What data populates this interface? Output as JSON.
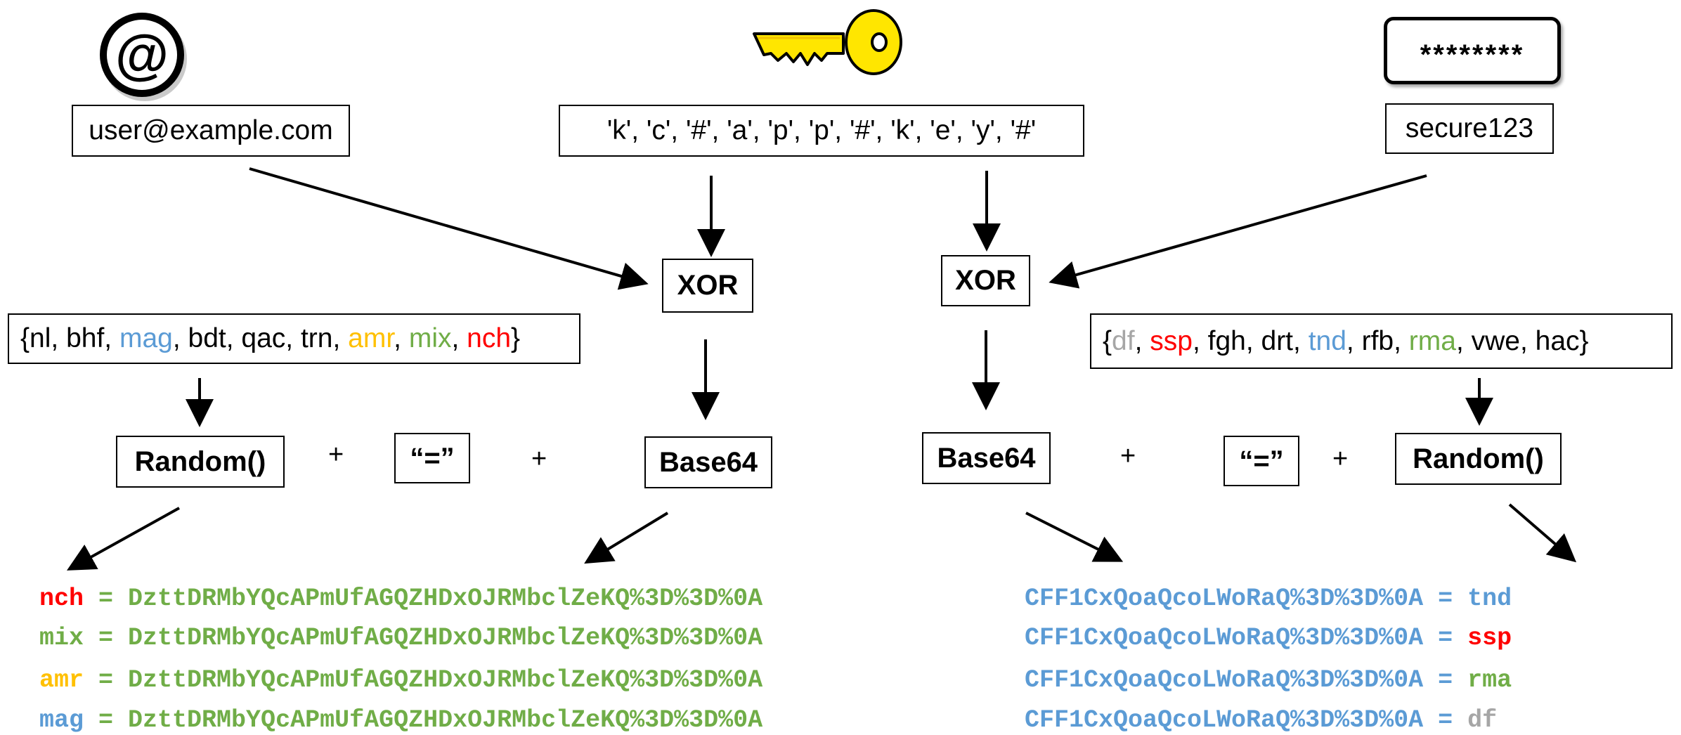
{
  "colors": {
    "black": "#000000",
    "blue": "#5b9bd5",
    "green": "#70ad47",
    "orange": "#ffc000",
    "red": "#ff0000",
    "gray": "#a6a6a6",
    "key_yellow": "#ffe600"
  },
  "icons": {
    "email": "at-sign-icon",
    "key": "key-icon",
    "password": "password-field-icon"
  },
  "password_icon": {
    "mask": "********"
  },
  "inputs": {
    "email": "user@example.com",
    "key": "'k', 'c', '#', 'a', 'p', 'p', '#', 'k', 'e', 'y', '#'",
    "password": "secure123"
  },
  "ops": {
    "xor": "XOR",
    "base64": "Base64",
    "random": "Random()",
    "equals": "“=”",
    "plus": "+"
  },
  "left_set": {
    "open": "{",
    "close": "}",
    "items": [
      {
        "text": "nl",
        "color": "#000000"
      },
      {
        "text": "bhf",
        "color": "#000000"
      },
      {
        "text": "mag",
        "color": "#5b9bd5"
      },
      {
        "text": "bdt",
        "color": "#000000"
      },
      {
        "text": "qac",
        "color": "#000000"
      },
      {
        "text": "trn",
        "color": "#000000"
      },
      {
        "text": "amr",
        "color": "#ffc000"
      },
      {
        "text": "mix",
        "color": "#70ad47"
      },
      {
        "text": "nch",
        "color": "#ff0000"
      }
    ]
  },
  "right_set": {
    "open": "{",
    "close": "}",
    "items": [
      {
        "text": "df",
        "color": "#a6a6a6"
      },
      {
        "text": "ssp",
        "color": "#ff0000"
      },
      {
        "text": "fgh",
        "color": "#000000"
      },
      {
        "text": "drt",
        "color": "#000000"
      },
      {
        "text": "tnd",
        "color": "#5b9bd5"
      },
      {
        "text": "rfb",
        "color": "#000000"
      },
      {
        "text": "rma",
        "color": "#70ad47"
      },
      {
        "text": "vwe",
        "color": "#000000"
      },
      {
        "text": "hac",
        "color": "#000000"
      }
    ]
  },
  "left_output": {
    "value": "DzttDRMbYQcAPmUfAGQZHDxOJRMbclZeKQ%3D%3D%0A",
    "value_color": "#70ad47",
    "separator": " = ",
    "rows": [
      {
        "name": "nch",
        "color": "#ff0000"
      },
      {
        "name": "mix",
        "color": "#70ad47"
      },
      {
        "name": "amr",
        "color": "#ffc000"
      },
      {
        "name": "mag",
        "color": "#5b9bd5"
      }
    ]
  },
  "right_output": {
    "value": "CFF1CxQoaQcoLWoRaQ%3D%3D%0A",
    "value_color": "#5b9bd5",
    "separator": " = ",
    "rows": [
      {
        "name": "tnd",
        "color": "#5b9bd5"
      },
      {
        "name": "ssp",
        "color": "#ff0000"
      },
      {
        "name": "rma",
        "color": "#70ad47"
      },
      {
        "name": "df",
        "color": "#a6a6a6"
      }
    ]
  }
}
